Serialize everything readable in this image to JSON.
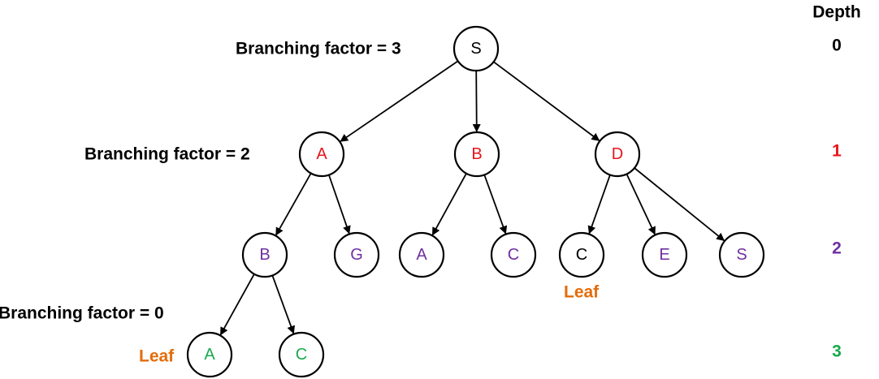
{
  "colors": {
    "depth_0": "#000000",
    "depth_1": "#e8141b",
    "depth_2": "#7030a0",
    "depth_3": "#19a94e",
    "leaf": "#e46c0a",
    "edge": "#000000"
  },
  "depth_header": "Depth",
  "depth_levels": [
    "0",
    "1",
    "2",
    "3"
  ],
  "nodes": [
    {
      "id": "s-root",
      "label": "S",
      "depth": 0
    },
    {
      "id": "a1",
      "label": "A",
      "depth": 1
    },
    {
      "id": "b1",
      "label": "B",
      "depth": 1
    },
    {
      "id": "d1",
      "label": "D",
      "depth": 1
    },
    {
      "id": "b2",
      "label": "B",
      "depth": 2
    },
    {
      "id": "g2",
      "label": "G",
      "depth": 2
    },
    {
      "id": "a2",
      "label": "A",
      "depth": 2
    },
    {
      "id": "c2a",
      "label": "C",
      "depth": 2,
      "color": "#7030a0"
    },
    {
      "id": "c2b",
      "label": "C",
      "depth": 2,
      "color": "#000000"
    },
    {
      "id": "e2",
      "label": "E",
      "depth": 2
    },
    {
      "id": "s2",
      "label": "S",
      "depth": 2
    },
    {
      "id": "a3",
      "label": "A",
      "depth": 3
    },
    {
      "id": "c3",
      "label": "C",
      "depth": 3
    }
  ],
  "edges": [
    [
      "s-root",
      "a1"
    ],
    [
      "s-root",
      "b1"
    ],
    [
      "s-root",
      "d1"
    ],
    [
      "a1",
      "b2"
    ],
    [
      "a1",
      "g2"
    ],
    [
      "b1",
      "a2"
    ],
    [
      "b1",
      "c2a"
    ],
    [
      "d1",
      "c2b"
    ],
    [
      "d1",
      "e2"
    ],
    [
      "d1",
      "s2"
    ],
    [
      "b2",
      "a3"
    ],
    [
      "b2",
      "c3"
    ]
  ],
  "annotations": {
    "bf_root": "Branching factor = 3",
    "bf_a": "Branching factor = 2",
    "bf_b": "Branching factor = 0",
    "leaf_c": "Leaf",
    "leaf_a": "Leaf"
  }
}
